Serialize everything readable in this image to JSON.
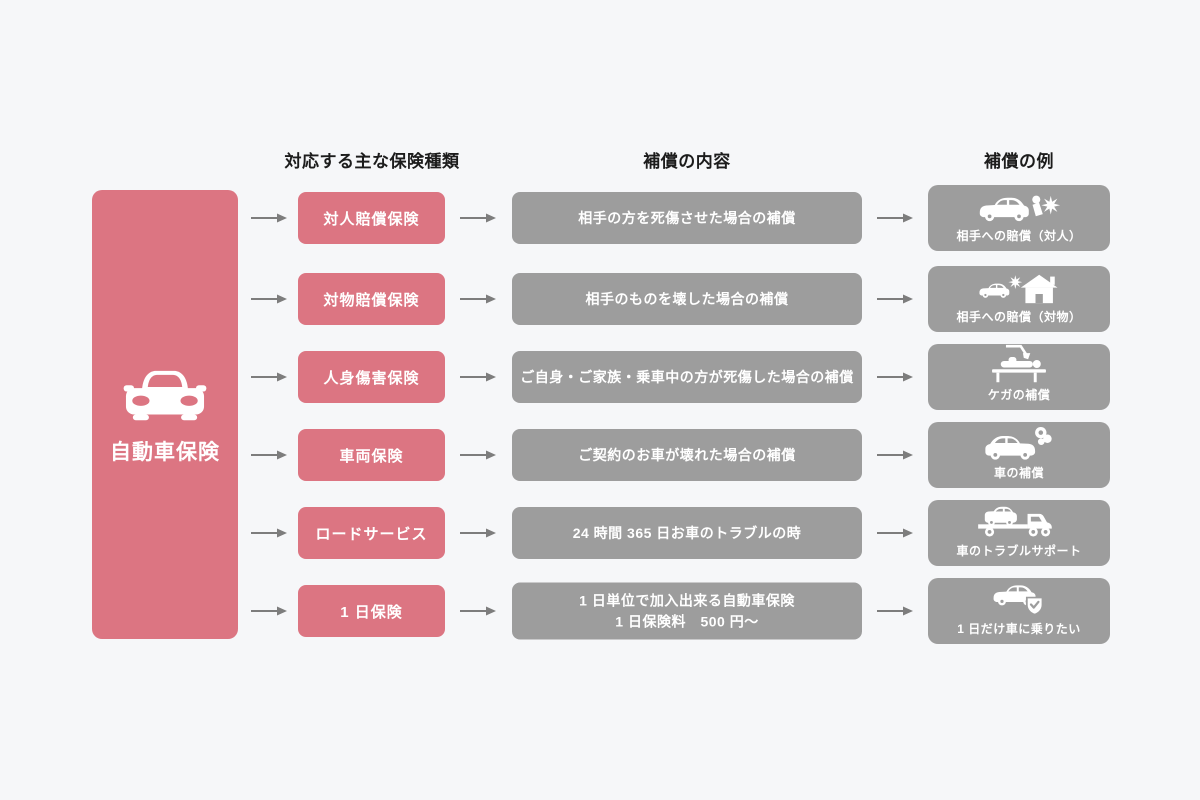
{
  "colors": {
    "background": "#f6f7f9",
    "pink": "#dc7582",
    "gray_box": "#9d9d9d",
    "arrow": "#7d7d7d",
    "heading_text": "#1c1c1c",
    "box_text": "#ffffff"
  },
  "root": {
    "label": "自動車保険",
    "icon": "car-front-icon"
  },
  "headers": {
    "types": "対応する主な保険種類",
    "content": "補償の内容",
    "example": "補償の例"
  },
  "rows": [
    {
      "type": "対人賠償保険",
      "description": "相手の方を死傷させた場合の補償",
      "example": {
        "icon": "car-person-crash-icon",
        "label": "相手への賠償（対人）"
      }
    },
    {
      "type": "対物賠償保険",
      "description": "相手のものを壊した場合の補償",
      "example": {
        "icon": "car-house-crash-icon",
        "label": "相手への賠償（対物）"
      }
    },
    {
      "type": "人身傷害保険",
      "description": "ご自身・ご家族・乗車中の方が死傷した場合の補償",
      "example": {
        "icon": "injury-bed-icon",
        "label": "ケガの補償"
      }
    },
    {
      "type": "車両保険",
      "description": "ご契約のお車が壊れた場合の補償",
      "example": {
        "icon": "car-smoke-icon",
        "label": "車の補償"
      }
    },
    {
      "type": "ロードサービス",
      "description": "24 時間 365 日お車のトラブルの時",
      "example": {
        "icon": "tow-truck-icon",
        "label": "車のトラブルサポート"
      }
    },
    {
      "type": "1 日保険",
      "description": "1 日単位で加入出来る自動車保険\n1 日保険料　500 円〜",
      "example": {
        "icon": "car-shield-icon",
        "label": "1 日だけ車に乗りたい"
      }
    }
  ]
}
